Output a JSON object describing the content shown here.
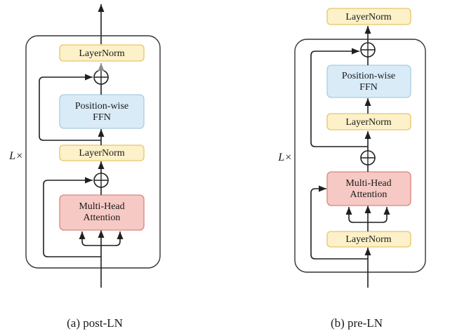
{
  "figure": {
    "description": "Transformer layer normalization placement comparison diagram",
    "panels": {
      "a": {
        "caption": "(a) post-LN",
        "loop_label": "L×"
      },
      "b": {
        "caption": "(b) pre-LN",
        "loop_label": "L×"
      }
    }
  },
  "labels": {
    "layer_norm": "LayerNorm",
    "ffn_lines": [
      "Position-wise",
      "FFN"
    ],
    "mha_lines": [
      "Multi-Head",
      "Attention"
    ],
    "loop": "L×"
  },
  "colors": {
    "layer_norm_fill": "#FCF1C8",
    "layer_norm_border": "#E9C46A",
    "ffn_fill": "#D9EBF7",
    "ffn_border": "#A9CDE2",
    "attention_fill": "#F6C9C5",
    "attention_border": "#DE837D",
    "line": "#1F1F1F",
    "gray_arrow": "#8A8A8A",
    "background": "#FFFFFF"
  }
}
